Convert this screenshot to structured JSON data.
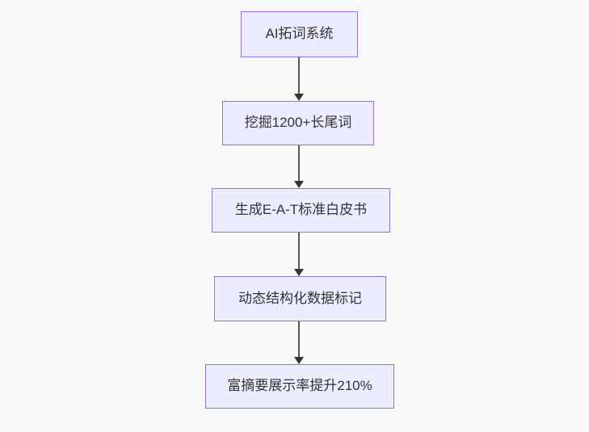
{
  "diagram": {
    "type": "flowchart",
    "direction": "top-down",
    "colors": {
      "background": "#f9f9f9",
      "node_fill": "#ECECFF",
      "node_border": "#9370DB",
      "edge_line": "#555555",
      "edge_arrowhead": "#333333",
      "text": "#333333"
    },
    "nodes": [
      {
        "id": "ai-keyword-system",
        "label": "AI拓词系统"
      },
      {
        "id": "mine-longtail-keywords",
        "label": "挖掘1200+长尾词"
      },
      {
        "id": "generate-eat-whitepaper",
        "label": "生成E-A-T标准白皮书"
      },
      {
        "id": "dynamic-structured-data",
        "label": "动态结构化数据标记"
      },
      {
        "id": "rich-snippet-uplift",
        "label": "富摘要展示率提升210%"
      }
    ],
    "edges": [
      {
        "from": "ai-keyword-system",
        "to": "mine-longtail-keywords"
      },
      {
        "from": "mine-longtail-keywords",
        "to": "generate-eat-whitepaper"
      },
      {
        "from": "generate-eat-whitepaper",
        "to": "dynamic-structured-data"
      },
      {
        "from": "dynamic-structured-data",
        "to": "rich-snippet-uplift"
      }
    ]
  }
}
